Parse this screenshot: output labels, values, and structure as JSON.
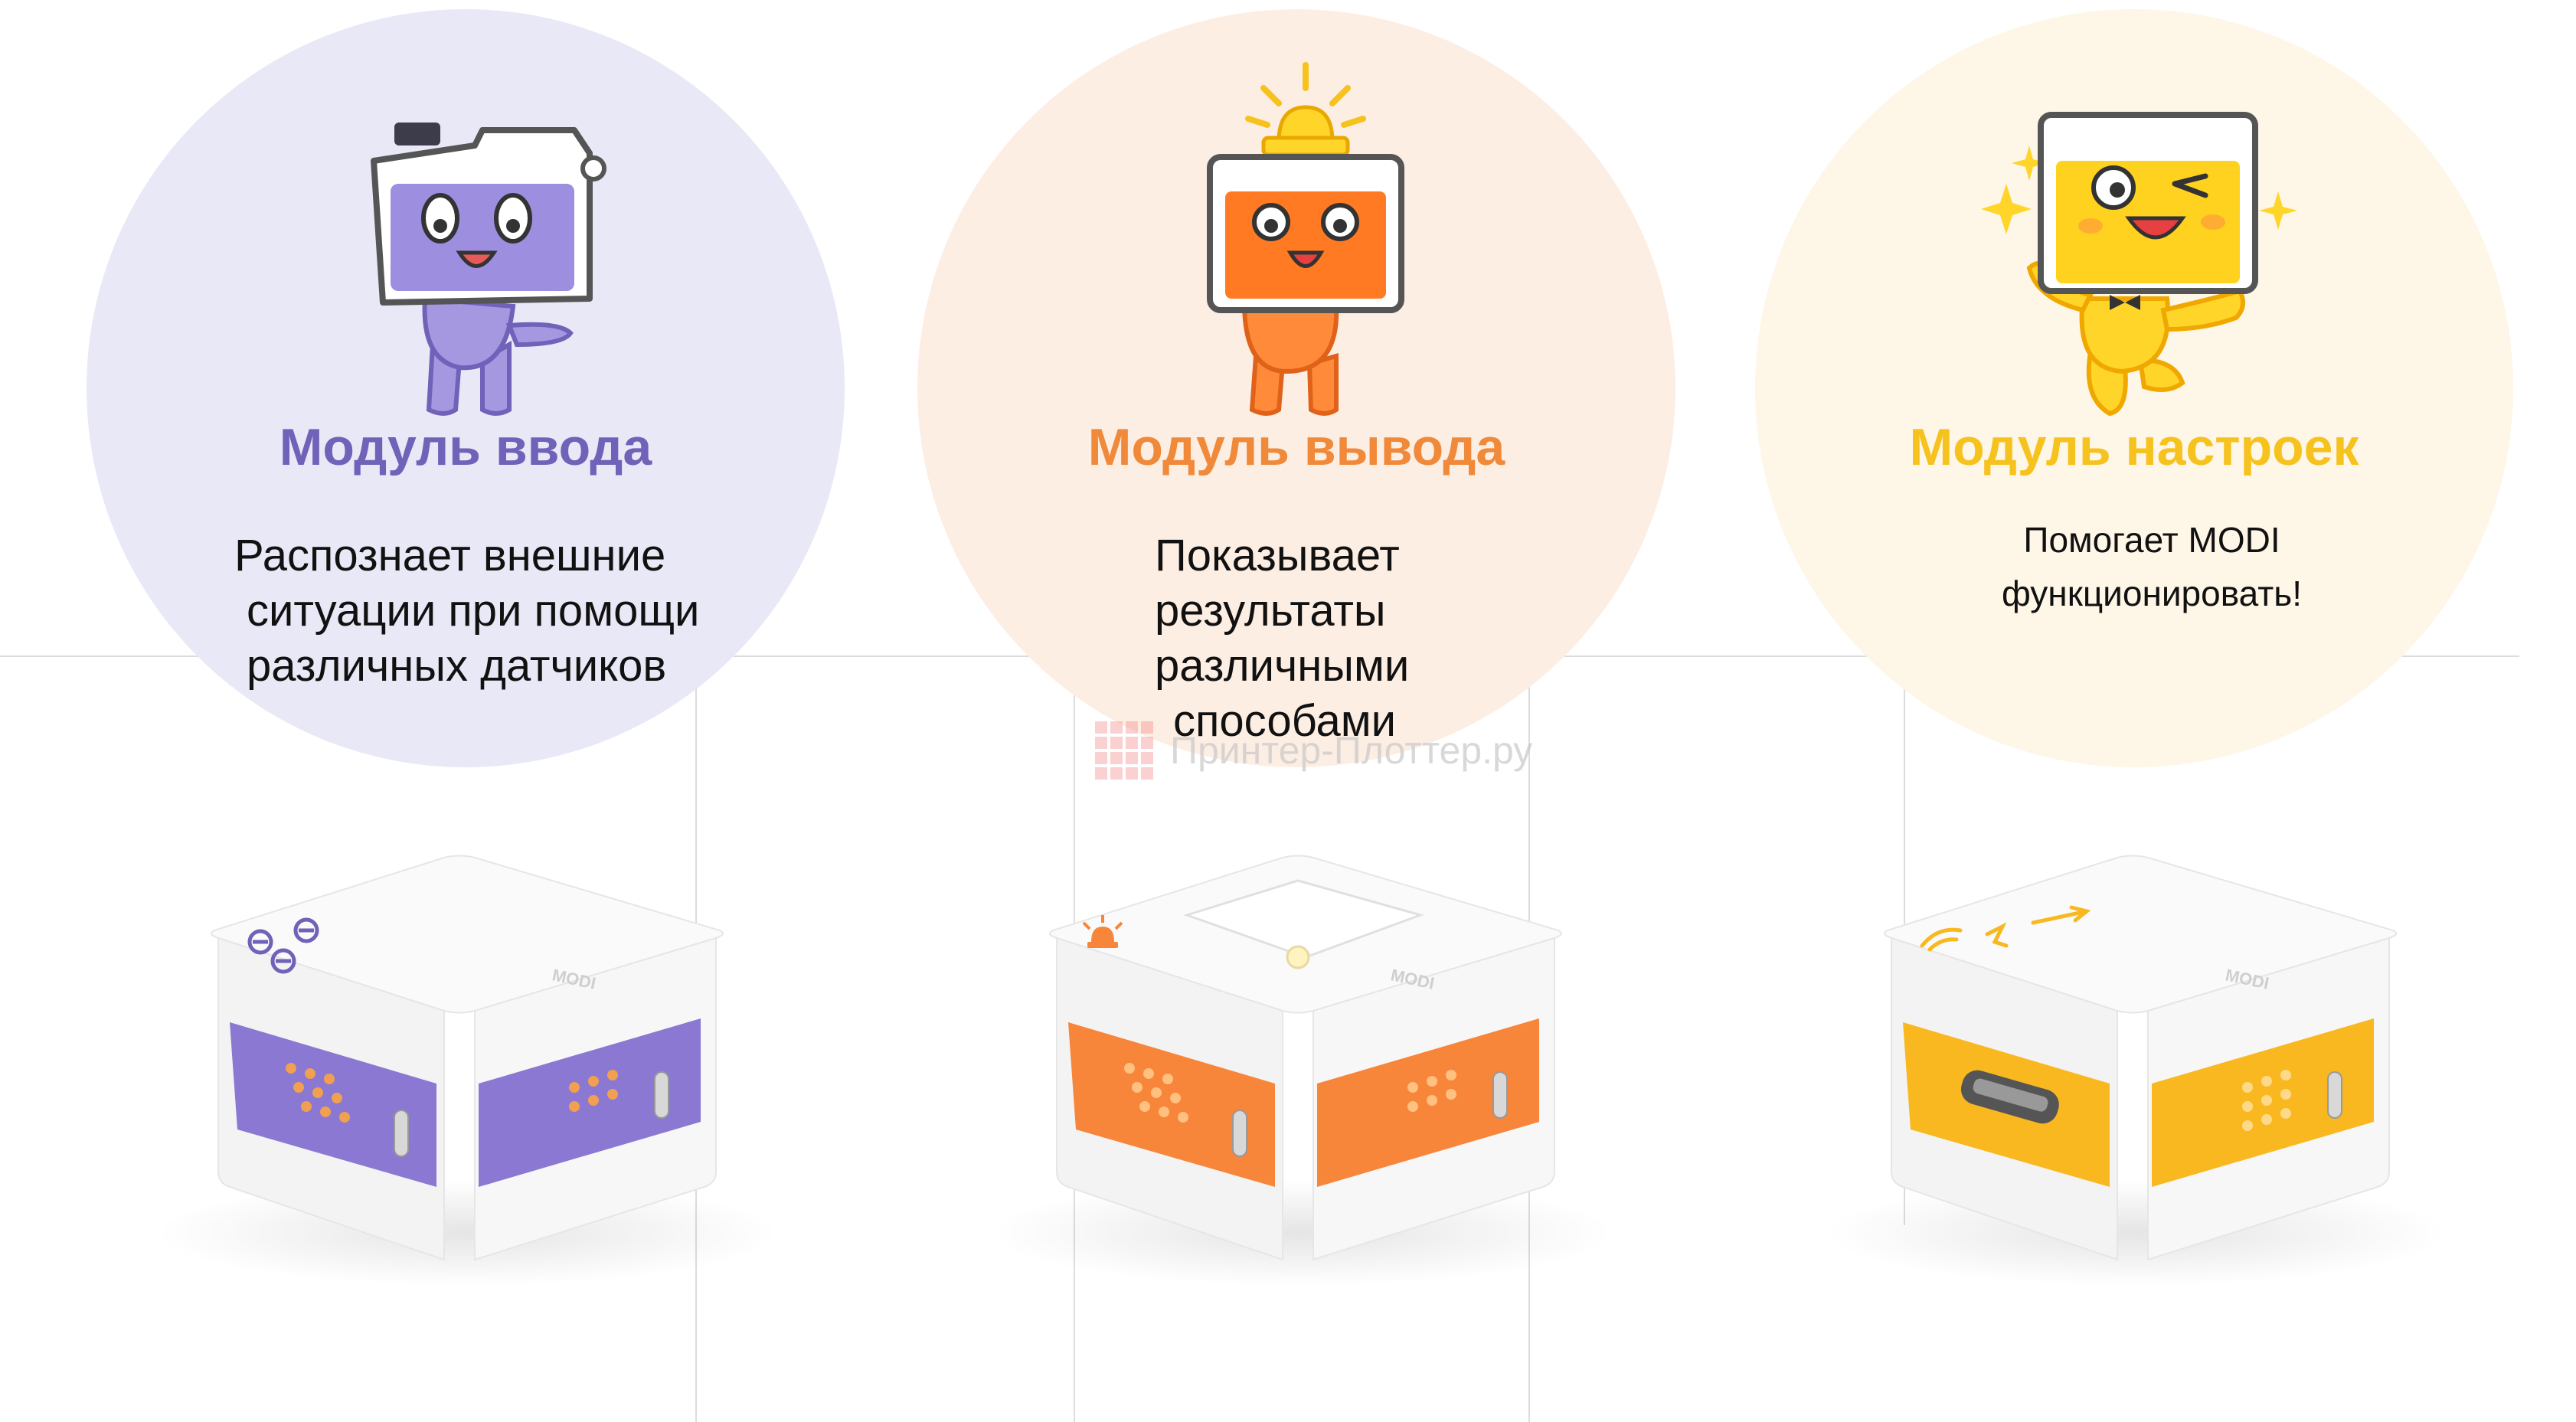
{
  "modules": [
    {
      "title": "Модуль ввода",
      "desc_lines": [
        "Распознает внешние",
        "ситуации при помощи",
        "различных датчиков"
      ],
      "title_color": "#6f62b8",
      "circle_color": "#e9e8f6",
      "accent_color": "#8a78d2"
    },
    {
      "title": "Модуль вывода",
      "desc_lines": [
        "Показывает",
        "результаты",
        "различными",
        "способами"
      ],
      "title_color": "#f08a3a",
      "circle_color": "#fdeee4",
      "accent_color": "#f7853a"
    },
    {
      "title": "Модуль настроек",
      "desc_lines": [
        "Помогает MODI",
        "функционировать!"
      ],
      "title_color": "#f6c21e",
      "circle_color": "#fef6e6",
      "accent_color": "#f9b820"
    }
  ],
  "watermark": "Принтер-Плоттер.ру",
  "brand": "MODI",
  "icons": [
    "input-sensor-icon",
    "led-light-icon",
    "wireless-bluetooth-usb-icon"
  ]
}
